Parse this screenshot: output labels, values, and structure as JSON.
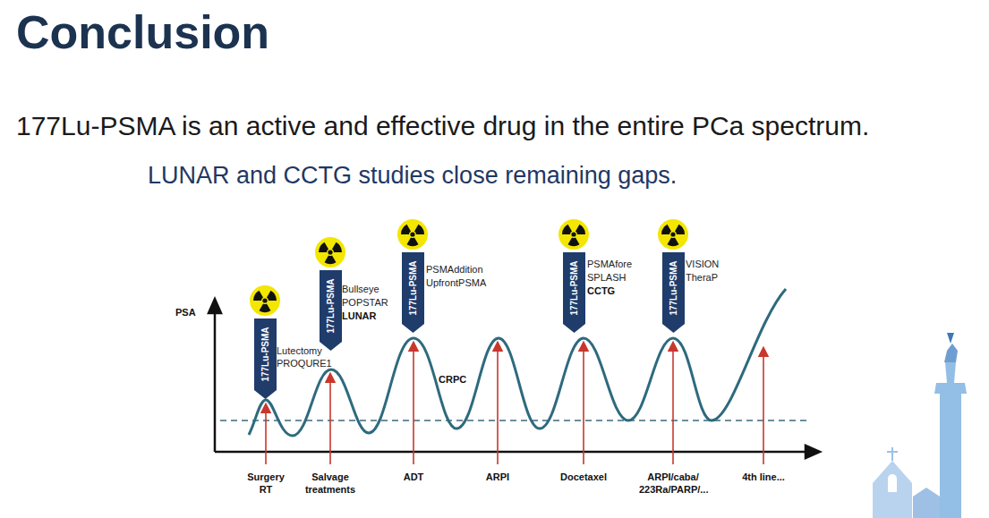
{
  "diagram": {
    "title": "Conclusion",
    "nodes": [
      {
        "text": [
          "177Lu-PSMA"
        ]
      },
      {
        "text": [
          "177Lu-PSMA"
        ]
      },
      {
        "text": [
          "177Lu-PSMA"
        ]
      },
      {
        "text": [
          "177Lu-PSMA"
        ]
      },
      {
        "text": [
          "177Lu-PSMA"
        ]
      }
    ],
    "labels": [
      "177Lu-PSMA is an active and effective drug in the entire PCa spectrum.",
      "LUNAR and CCTG studies close remaining gaps.",
      "PSA",
      "Lutectomy",
      "PROQURE1",
      "Bullseye",
      "POPSTAR",
      "LUNAR",
      "PSMAddition",
      "UpfrontPSMA",
      "PSMAfore",
      "SPLASH",
      "CCTG",
      "VISION",
      "TheraP",
      "CRPC",
      "Surgery RT",
      "Salvage treatments",
      "ADT",
      "ARPI",
      "Docetaxel",
      "ARPI/caba/ 223Ra/PARP/...",
      "4th line..."
    ]
  }
}
